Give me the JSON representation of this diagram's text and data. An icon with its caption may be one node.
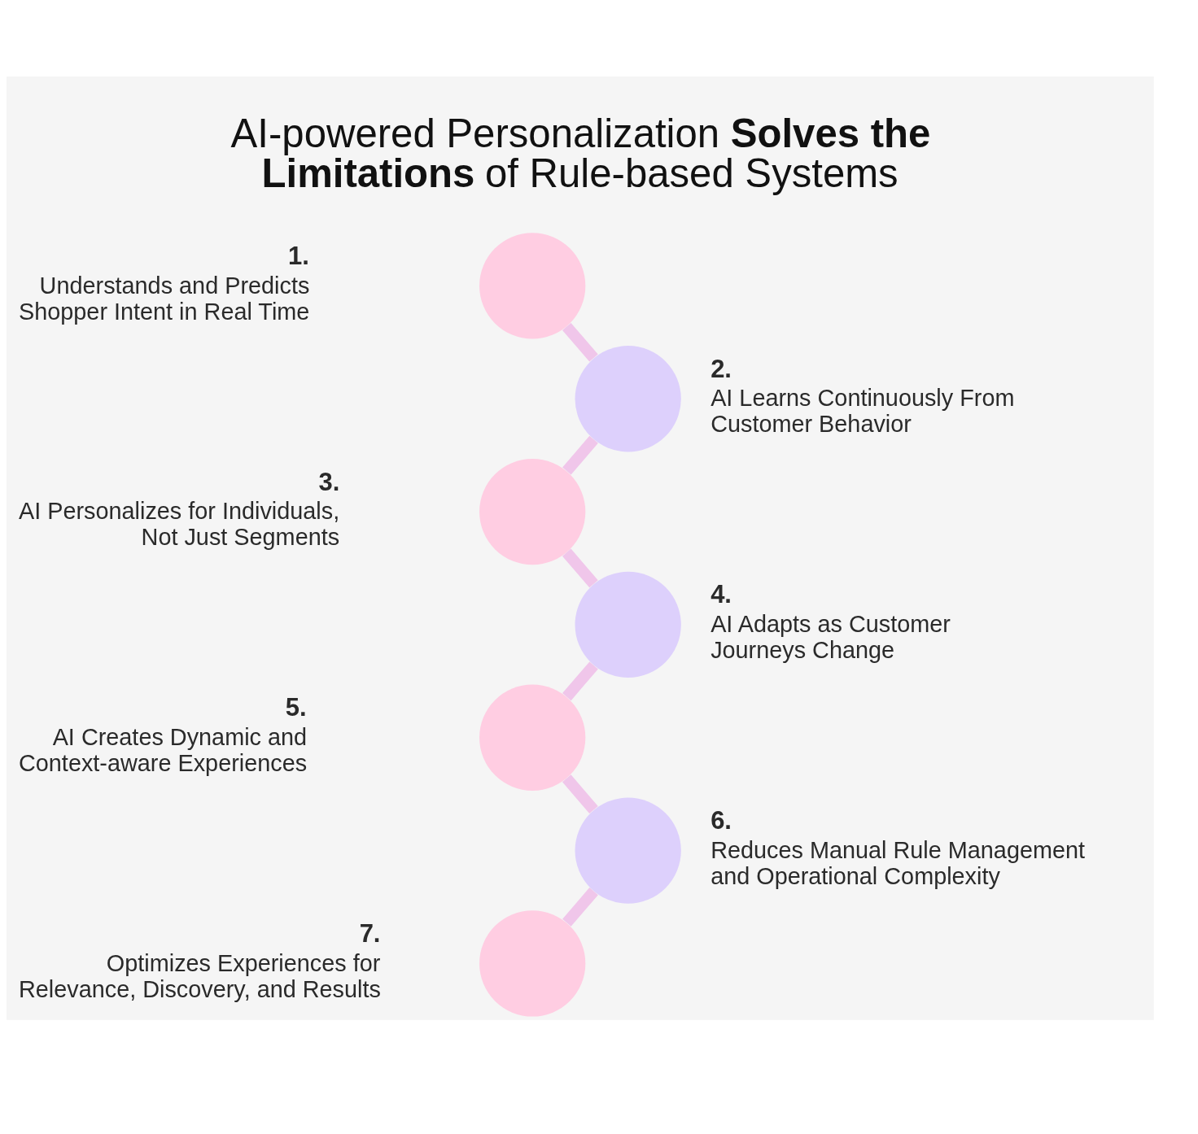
{
  "diagram": {
    "title": "AI-powered Personalization **Solves the Limitations** of Rule-based Systems",
    "nodes": [
      {
        "text": [],
        "shape": "circle",
        "beside": [
          "1.",
          "Understands and Predicts Shopper Intent in Real Time"
        ]
      },
      {
        "text": [],
        "shape": "circle",
        "beside": [
          "2.",
          "AI Learns Continuously From Customer Behavior"
        ]
      },
      {
        "text": [],
        "shape": "circle",
        "beside": [
          "3.",
          "AI Personalizes for Individuals, Not Just Segments"
        ]
      },
      {
        "text": [],
        "shape": "circle",
        "beside": [
          "4.",
          "AI Adapts as Customer Journeys Change"
        ]
      },
      {
        "text": [],
        "shape": "circle",
        "beside": [
          "5.",
          "AI Creates Dynamic and Context-aware Experiences"
        ]
      },
      {
        "text": [],
        "shape": "circle",
        "beside": [
          "6.",
          "Reduces Manual Rule Management and Operational Complexity"
        ]
      },
      {
        "text": [],
        "shape": "circle",
        "beside": [
          "7.",
          "Optimizes Experiences for Relevance, Discovery, and Results"
        ]
      }
    ],
    "edges": [
      {
        "from": 0,
        "to": 1,
        "arrow": "none"
      },
      {
        "from": 1,
        "to": 2,
        "arrow": "none"
      },
      {
        "from": 2,
        "to": 3,
        "arrow": "none"
      },
      {
        "from": 3,
        "to": 4,
        "arrow": "none"
      },
      {
        "from": 4,
        "to": 5,
        "arrow": "none"
      },
      {
        "from": 5,
        "to": 6,
        "arrow": "none"
      }
    ]
  }
}
